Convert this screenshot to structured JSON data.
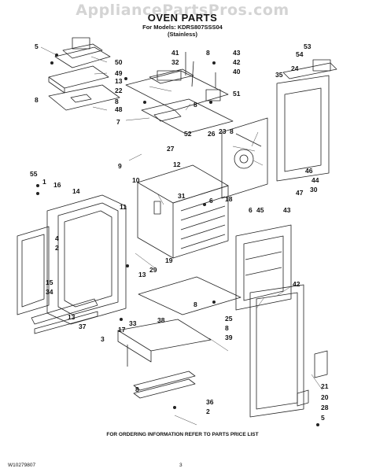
{
  "watermark": "AppliancePartsPros.com",
  "header": {
    "title": "OVEN PARTS",
    "model_line": "For Models: KDRS807SSS04",
    "variant": "(Stainless)"
  },
  "callouts": [
    "5",
    "50",
    "49",
    "13",
    "48",
    "8",
    "41",
    "32",
    "8",
    "43",
    "42",
    "40",
    "22",
    "8",
    "51",
    "8",
    "7",
    "53",
    "54",
    "35",
    "24",
    "52",
    "26",
    "23",
    "8",
    "27",
    "9",
    "10",
    "12",
    "31",
    "11",
    "55",
    "1",
    "16",
    "14",
    "4",
    "2",
    "6",
    "18",
    "6",
    "45",
    "43",
    "47",
    "46",
    "44",
    "30",
    "29",
    "13",
    "19",
    "8",
    "15",
    "34",
    "38",
    "17",
    "33",
    "42",
    "25",
    "8",
    "39",
    "13",
    "37",
    "3",
    "8",
    "36",
    "2",
    "21",
    "20",
    "28",
    "5"
  ],
  "footer": {
    "note": "FOR ORDERING INFORMATION REFER TO PARTS PRICE LIST",
    "doc_number": "W10279807",
    "page": "3"
  }
}
